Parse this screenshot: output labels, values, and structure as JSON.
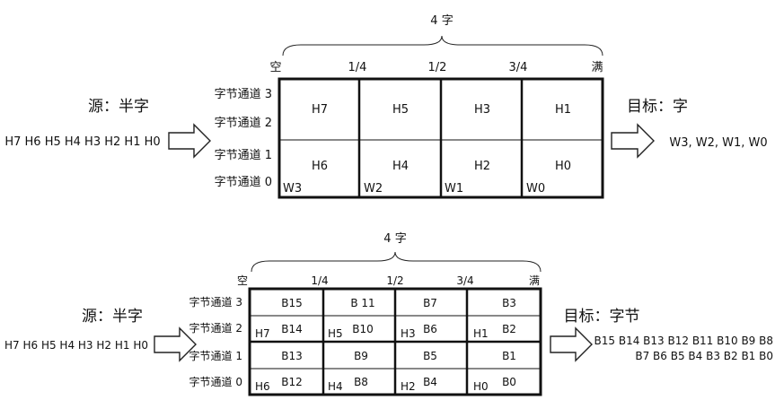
{
  "diagram_top": {
    "width_label": "4 字",
    "fill_labels": [
      "空",
      "1/4",
      "1/2",
      "3/4",
      "满"
    ],
    "lane_labels": [
      "字节通道 3",
      "字节通道 2",
      "字节通道 1",
      "字节通道 0"
    ],
    "source_title": "源：半字",
    "source_sequence": "H7 H6 H5 H4 H3 H2 H1 H0",
    "target_title": "目标：字",
    "target_sequence": "W3, W2, W1, W0",
    "upper_cells": [
      "H7",
      "H5",
      "H3",
      "H1"
    ],
    "lower_cells": [
      "H6",
      "H4",
      "H2",
      "H0"
    ],
    "word_tags": [
      "W3",
      "W2",
      "W1",
      "W0"
    ]
  },
  "diagram_bottom": {
    "width_label": "4 字",
    "fill_labels": [
      "空",
      "1/4",
      "1/2",
      "3/4",
      "满"
    ],
    "lane_labels": [
      "字节通道 3",
      "字节通道 2",
      "字节通道 1",
      "字节通道 0"
    ],
    "source_title": "源：半字",
    "source_sequence": "H7 H6 H5 H4 H3 H2 H1 H0",
    "target_title": "目标：字节",
    "target_line1": "B15 B14 B13 B12 B11 B10 B9 B8",
    "target_line2": "B7 B6 B5 B4 B3 B2 B1 B0",
    "rows": [
      [
        "B15",
        "B 11",
        "B7",
        "B3"
      ],
      [
        "B14",
        "B10",
        "B6",
        "B2"
      ],
      [
        "B13",
        "B9",
        "B5",
        "B1"
      ],
      [
        "B12",
        "B8",
        "B4",
        "B0"
      ]
    ],
    "halfword_tags_upper": [
      "H7",
      "H5",
      "H3",
      "H1"
    ],
    "halfword_tags_lower": [
      "H6",
      "H4",
      "H2",
      "H0"
    ]
  }
}
